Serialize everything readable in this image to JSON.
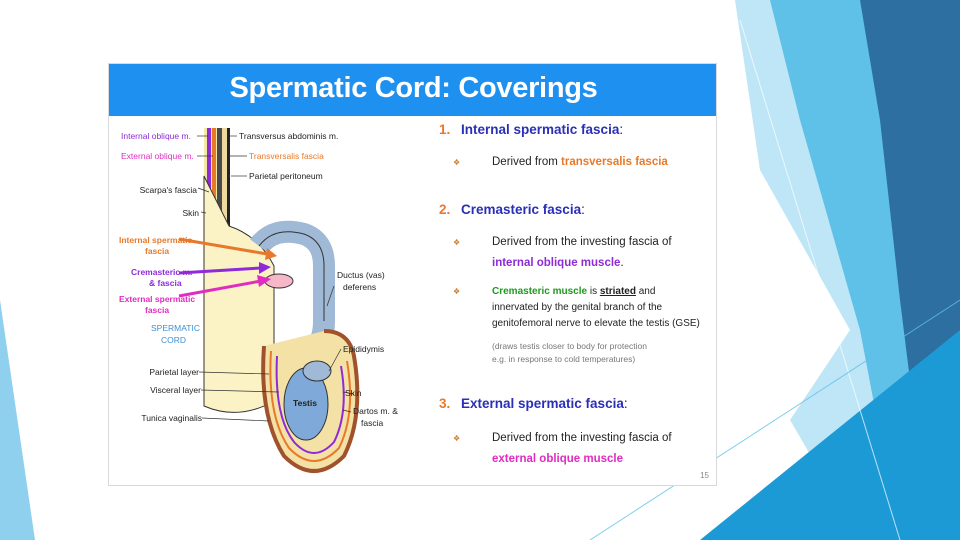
{
  "slide": {
    "title": "Spermatic Cord: Coverings",
    "page_number": "15"
  },
  "diagram": {
    "labels": {
      "internal_oblique": "Internal oblique m.",
      "external_oblique": "External oblique m.",
      "scarpas_fascia": "Scarpa's fascia",
      "skin_top": "Skin",
      "internal_spermatic_fascia_1": "Internal spermatic",
      "internal_spermatic_fascia_2": "fascia",
      "cremasteric_1": "Cremasteric m.",
      "cremasteric_2": "& fascia",
      "external_spermatic_1": "External spermatic",
      "external_spermatic_2": "fascia",
      "spermatic_cord_1": "SPERMATIC",
      "spermatic_cord_2": "CORD",
      "parietal_layer": "Parietal layer",
      "visceral_layer": "Visceral layer",
      "tunica_vaginalis": "Tunica vaginalis",
      "transversus": "Transversus abdominis m.",
      "transversalis": "Transversalis fascia",
      "parietal_peritoneum": "Parietal peritoneum",
      "ductus_1": "Ductus (vas)",
      "ductus_2": "deferens",
      "epididymis": "Epididymis",
      "testis": "Testis",
      "skin_bottom": "Skin",
      "dartos_1": "Dartos m. &",
      "dartos_2": "fascia"
    },
    "colors": {
      "orange": "#e8792a",
      "purple": "#8e2ad8",
      "magenta": "#e02cc0",
      "blue_label": "#3c8fd8"
    }
  },
  "sections": [
    {
      "number": "1.",
      "heading": "Internal spermatic fascia",
      "bullets": [
        {
          "prefix": "Derived from ",
          "highlight": "transversalis fascia",
          "suffix": ""
        }
      ]
    },
    {
      "number": "2.",
      "heading": "Cremasteric fascia",
      "bullets": [
        {
          "line1": "Derived from the investing fascia of",
          "highlight": "internal oblique muscle",
          "suffix": "."
        },
        {
          "green": "Cremasteric muscle",
          "is": " is ",
          "striated": "striated",
          "rest1": " and",
          "line2": "innervated by the genital branch of the",
          "line3": "genitofemoral nerve to elevate the testis (GSE)"
        }
      ],
      "notes": [
        "(draws testis closer to body for protection",
        "e.g. in response to cold temperatures)"
      ]
    },
    {
      "number": "3.",
      "heading": "External spermatic fascia",
      "bullets": [
        {
          "line1": "Derived from the investing fascia of",
          "highlight": "external oblique muscle",
          "suffix": ""
        }
      ]
    }
  ],
  "bullet_icon": "diamond-bullet-icon"
}
